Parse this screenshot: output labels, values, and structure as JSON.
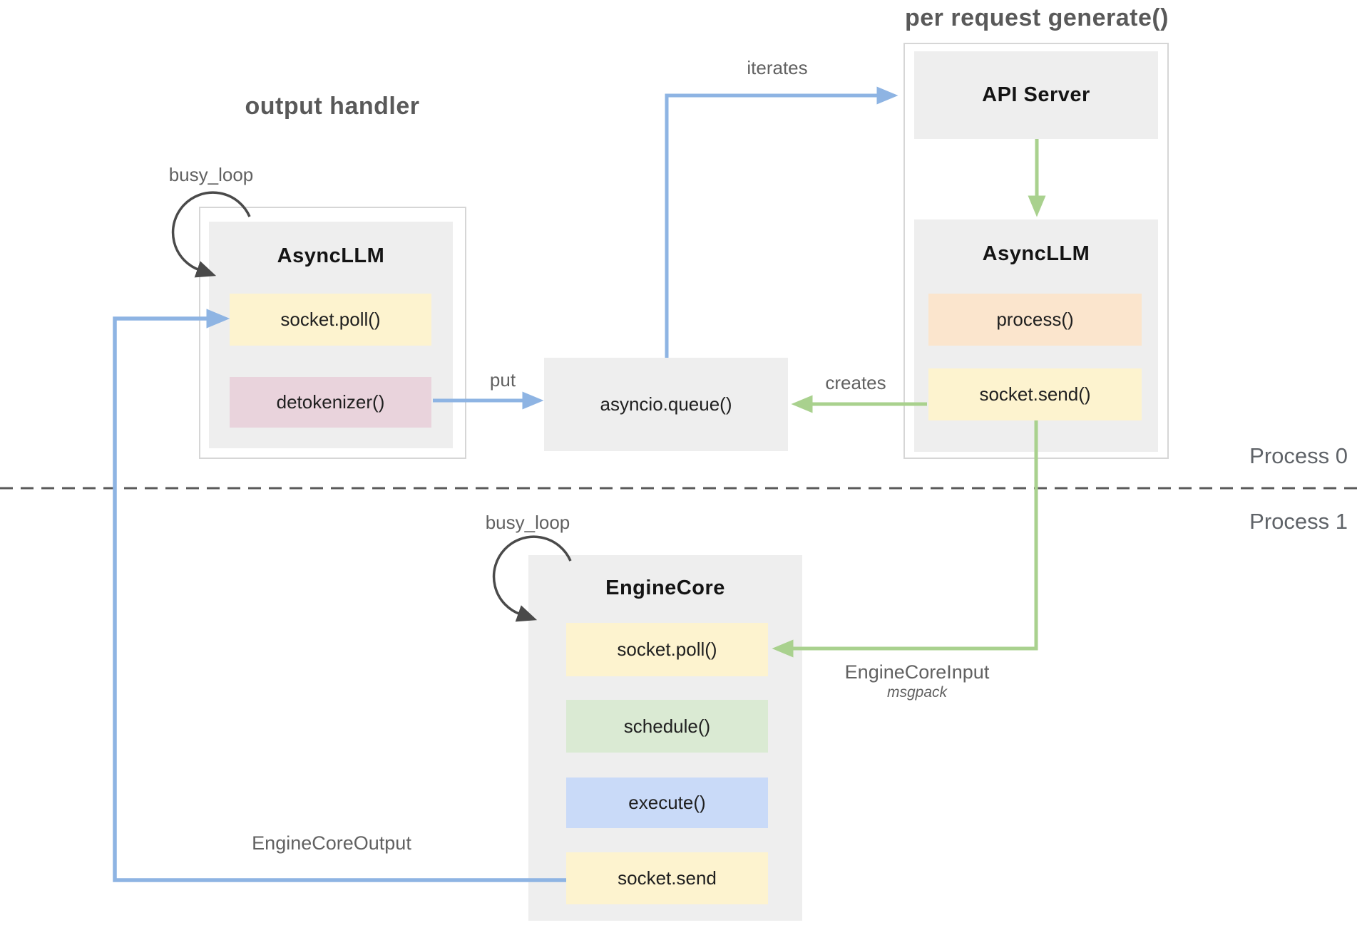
{
  "titles": {
    "output_handler": "output handler",
    "per_request_generate": "per request generate()"
  },
  "process_labels": {
    "process0": "Process 0",
    "process1": "Process 1"
  },
  "arrow_labels": {
    "busy_loop_top": "busy_loop",
    "busy_loop_bottom": "busy_loop",
    "iterates": "iterates",
    "put": "put",
    "creates": "creates",
    "engine_core_input": "EngineCoreInput",
    "engine_core_input_format": "msgpack",
    "engine_core_output": "EngineCoreOutput"
  },
  "boxes": {
    "left_asyncllm": {
      "title": "AsyncLLM",
      "methods": [
        {
          "label": "socket.poll()",
          "color": "yellow"
        },
        {
          "label": "detokenizer()",
          "color": "pink"
        }
      ]
    },
    "queue": {
      "label": "asyncio.queue()"
    },
    "api_server": {
      "title": "API Server"
    },
    "right_asyncllm": {
      "title": "AsyncLLM",
      "methods": [
        {
          "label": "process()",
          "color": "orange"
        },
        {
          "label": "socket.send()",
          "color": "yellow"
        }
      ]
    },
    "engine_core": {
      "title": "EngineCore",
      "methods": [
        {
          "label": "socket.poll()",
          "color": "yellow"
        },
        {
          "label": "schedule()",
          "color": "green"
        },
        {
          "label": "execute()",
          "color": "blue"
        },
        {
          "label": "socket.send",
          "color": "yellow"
        }
      ]
    }
  },
  "colors": {
    "yellow": "#fdf3cf",
    "pink": "#e9d3dc",
    "orange": "#fbe5cd",
    "green": "#daead3",
    "blue": "#c9daf8",
    "box_gray": "#eeeeee",
    "arrow_blue": "#8eb4e3",
    "arrow_green": "#a9d18e",
    "loop_arrow": "#4a4a4a",
    "divider": "#5a5a5a"
  }
}
